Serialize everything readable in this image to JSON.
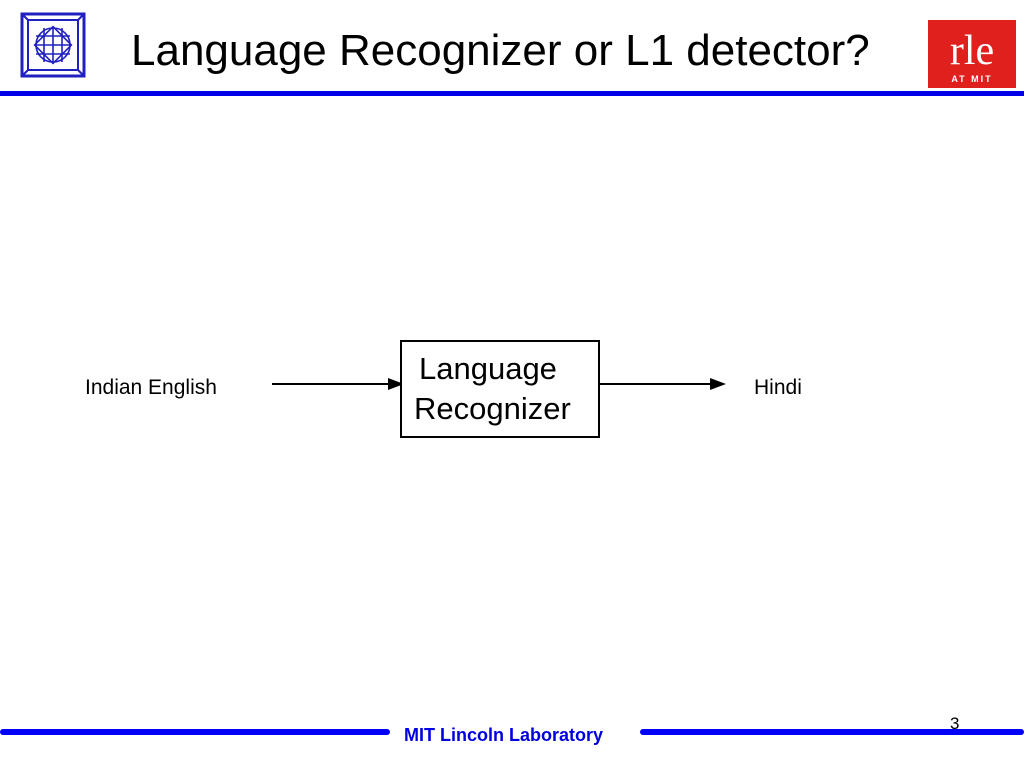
{
  "slide": {
    "title": "Language Recognizer or L1 detector?",
    "page_number": "3"
  },
  "logos": {
    "left_logo": {
      "name": "MIT Lincoln Laboratory emblem",
      "color": "#2020c0"
    },
    "right_logo": {
      "text_main": "rle",
      "text_sub": "AT MIT",
      "background": "#e0201c",
      "foreground": "#ffffff"
    }
  },
  "diagram": {
    "input_label": "Indian English",
    "box_line_1": "Language",
    "box_line_2": "Recognizer",
    "output_label": "Hindi"
  },
  "footer": {
    "organization": "MIT Lincoln Laboratory",
    "accent_color": "#0000e0"
  },
  "colors": {
    "rule": "#0000e8",
    "text": "#000000",
    "background": "#ffffff"
  }
}
